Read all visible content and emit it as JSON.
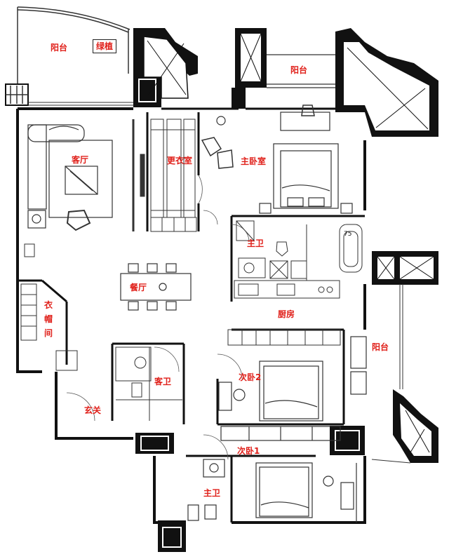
{
  "rooms": {
    "balcony_nw": "阳台",
    "planter": "绿植",
    "balcony_n": "阳台",
    "living_room": "客厅",
    "walk_in_closet": "更衣室",
    "master_bedroom": "主卧室",
    "master_bath": "主卫",
    "dining_room": "餐厅",
    "cloakroom": "衣帽间",
    "kitchen": "厨房",
    "balcony_e": "阳台",
    "guest_bath": "客卫",
    "second_bedroom_2": "次卧2",
    "foyer": "玄关",
    "second_bedroom_1": "次卧1",
    "bath_2": "主卫"
  },
  "fixture_label": "75",
  "colors": {
    "label": "#e0201a",
    "wall": "#111111",
    "line": "#333333"
  }
}
